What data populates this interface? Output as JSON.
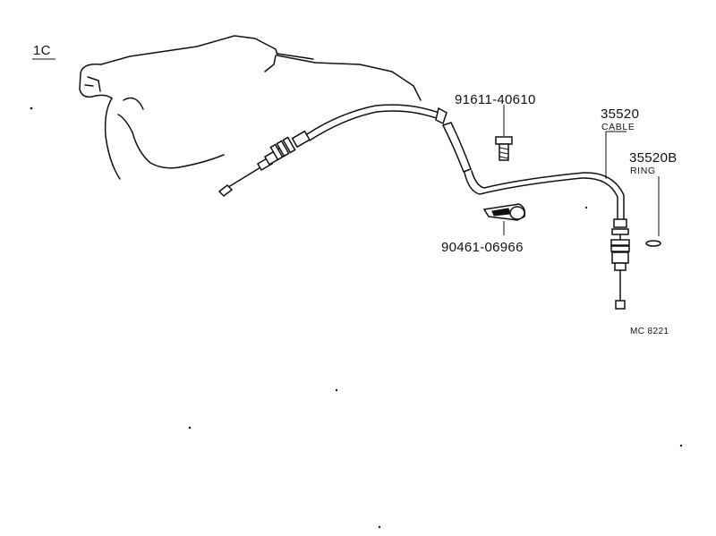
{
  "diagram": {
    "section_label": "1C",
    "figure_code": "MC 8221",
    "parts": [
      {
        "number": "91611-40610",
        "name": ""
      },
      {
        "number": "35520",
        "name": "CABLE"
      },
      {
        "number": "35520B",
        "name": "RING"
      },
      {
        "number": "90461-06966",
        "name": ""
      }
    ]
  }
}
